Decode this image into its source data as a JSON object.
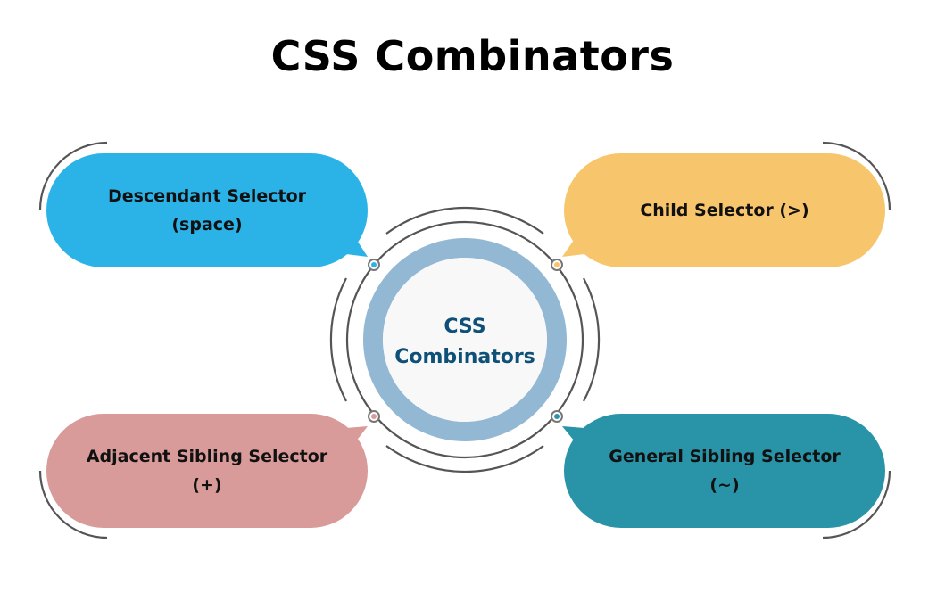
{
  "title": "CSS Combinators",
  "center": {
    "line1": "CSS",
    "line2": "Combinators"
  },
  "items": [
    {
      "line1": "Descendant Selector",
      "line2": "(space)",
      "color": "#2bb3e8"
    },
    {
      "line1": "Child Selector (>)",
      "line2": "",
      "color": "#f7c56c"
    },
    {
      "line1": "Adjacent Sibling Selector",
      "line2": "(+)",
      "color": "#d99a9a"
    },
    {
      "line1": "General Sibling Selector",
      "line2": "(~)",
      "color": "#2993a8"
    }
  ]
}
